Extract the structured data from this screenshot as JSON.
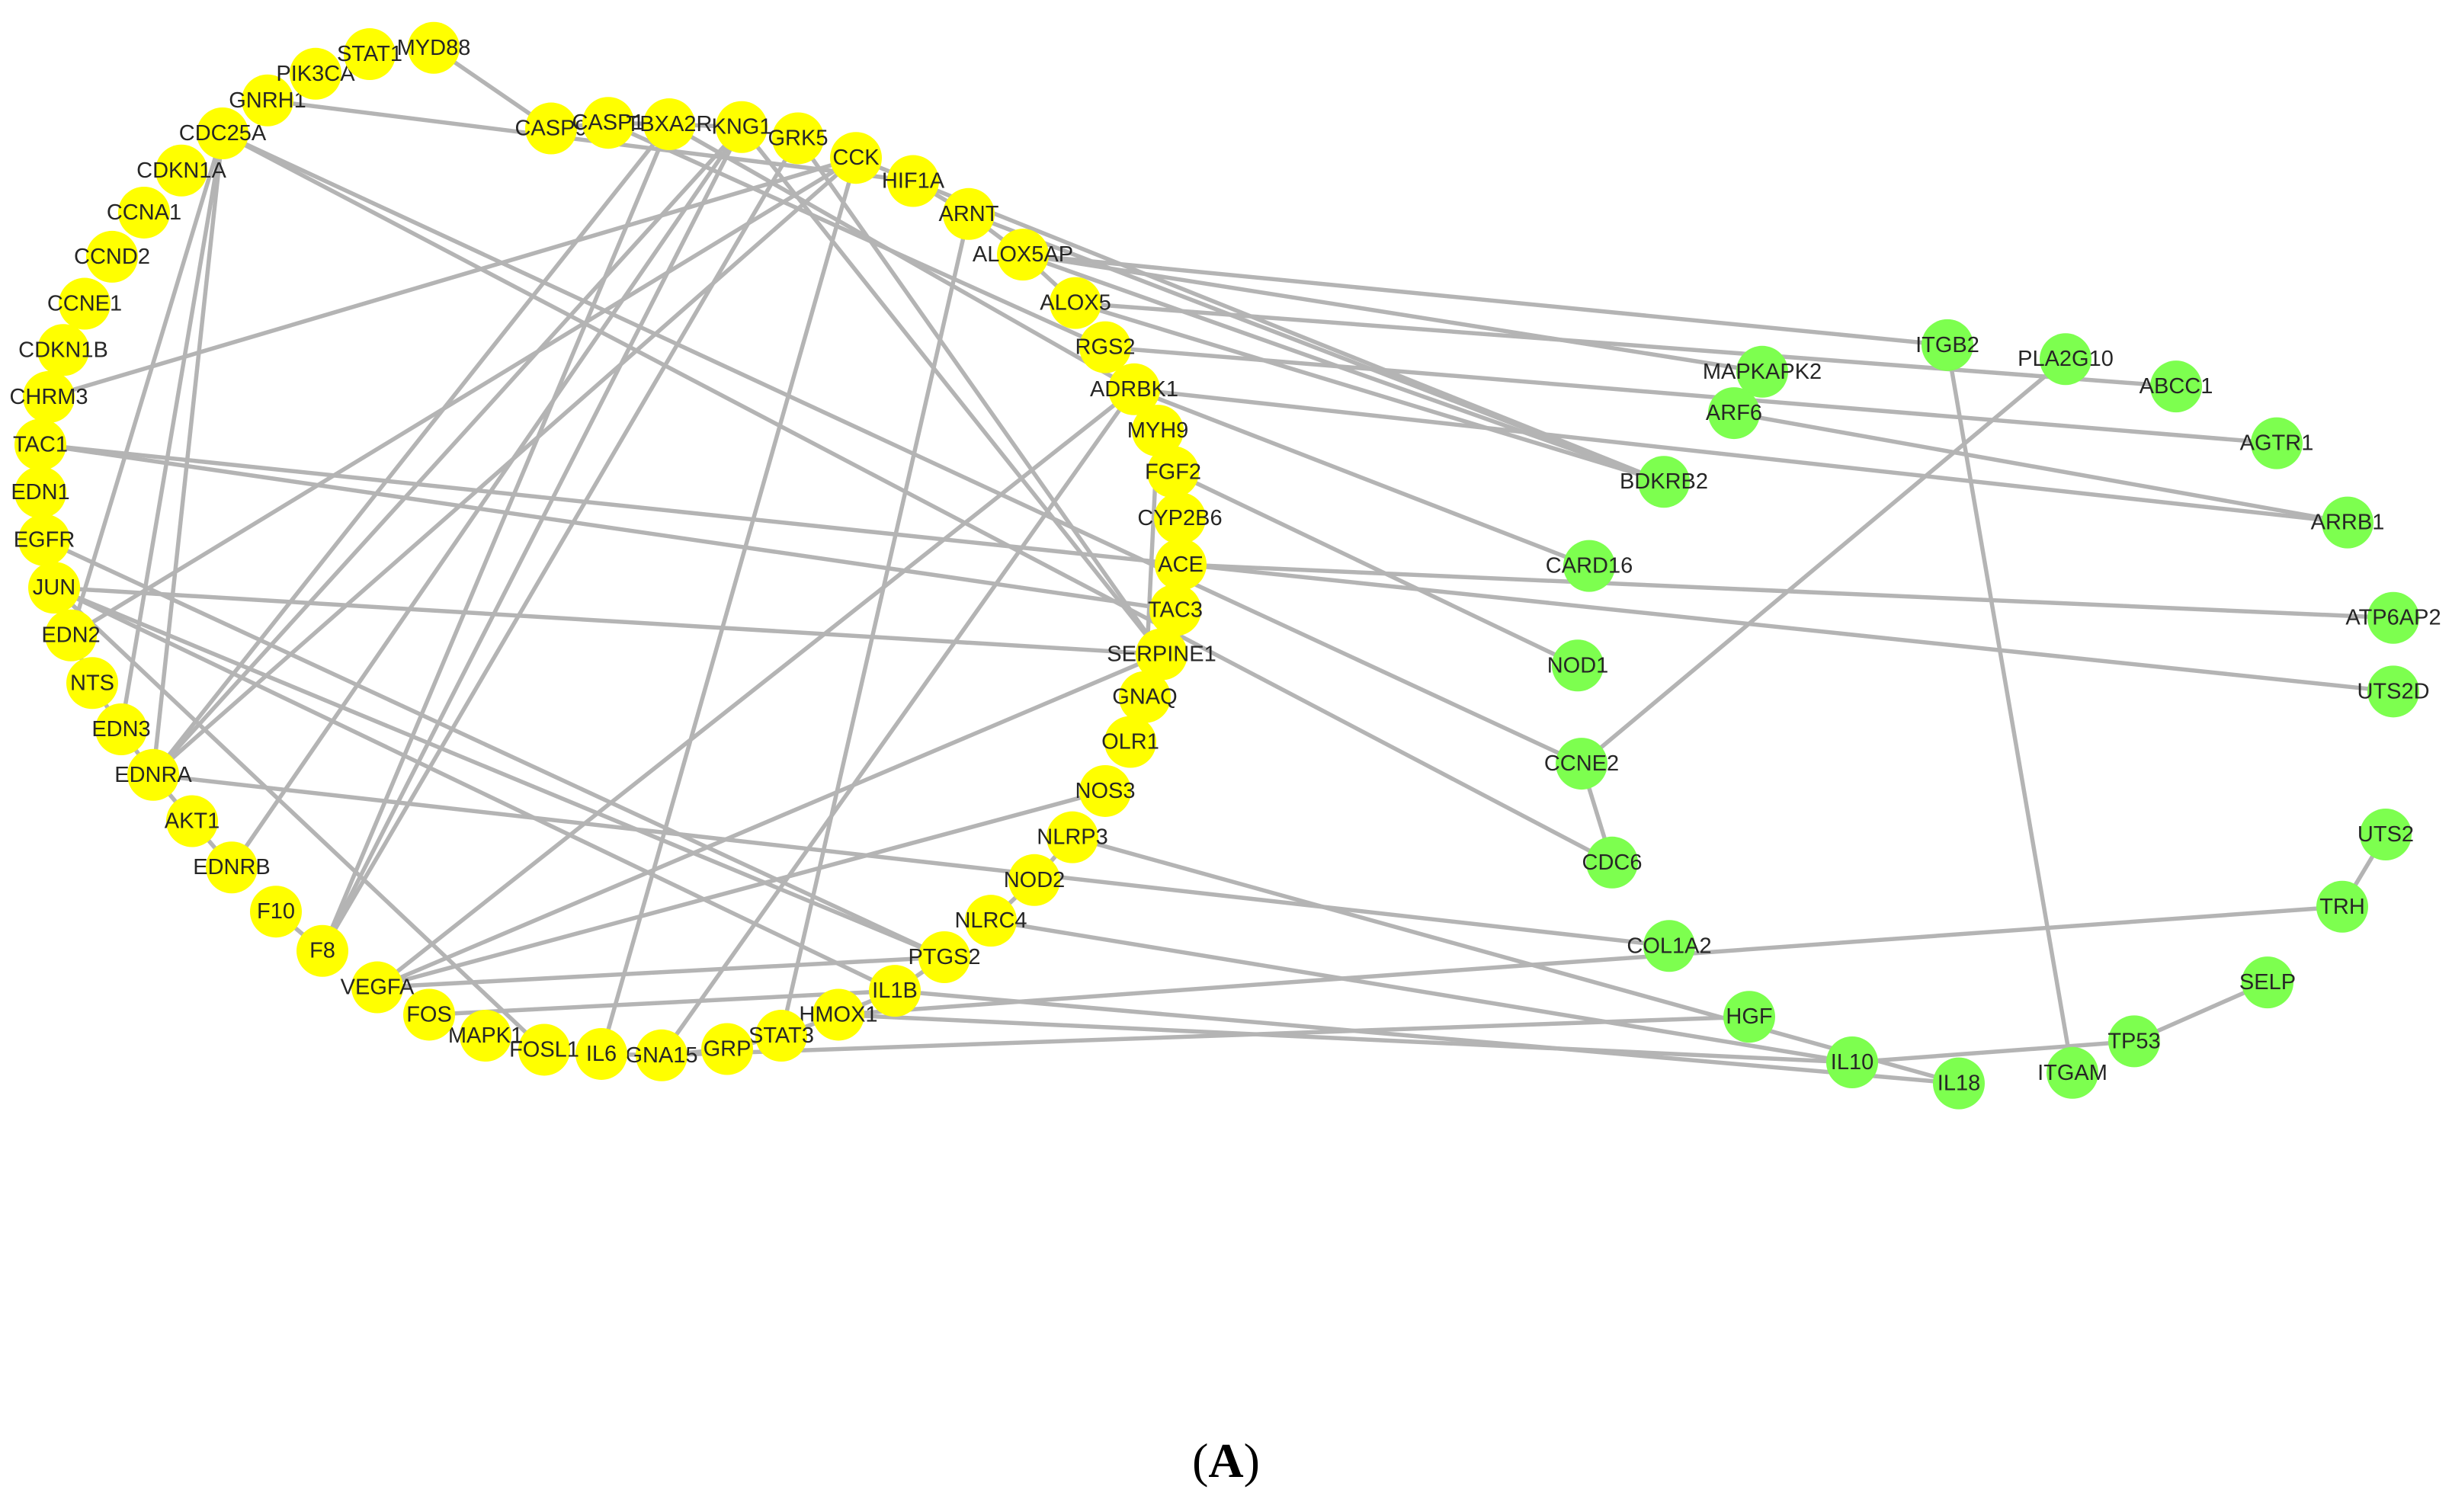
{
  "caption": {
    "open": "(",
    "letter": "A",
    "close": ")"
  },
  "colors": {
    "group_yellow": "#ffff00",
    "group_green": "#7dff4f",
    "edge": "#b4b4b4",
    "label": "#262626"
  },
  "nodes": [
    {
      "id": "CASP9",
      "group": "yellow"
    },
    {
      "id": "CASP1",
      "group": "yellow"
    },
    {
      "id": "TBXA2R",
      "group": "yellow"
    },
    {
      "id": "KNG1",
      "group": "yellow"
    },
    {
      "id": "GRK5",
      "group": "yellow"
    },
    {
      "id": "CCK",
      "group": "yellow"
    },
    {
      "id": "HIF1A",
      "group": "yellow"
    },
    {
      "id": "ARNT",
      "group": "yellow"
    },
    {
      "id": "ALOX5AP",
      "group": "yellow"
    },
    {
      "id": "ALOX5",
      "group": "yellow"
    },
    {
      "id": "RGS2",
      "group": "yellow"
    },
    {
      "id": "ADRBK1",
      "group": "yellow"
    },
    {
      "id": "MYH9",
      "group": "yellow"
    },
    {
      "id": "FGF2",
      "group": "yellow"
    },
    {
      "id": "CYP2B6",
      "group": "yellow"
    },
    {
      "id": "ACE",
      "group": "yellow"
    },
    {
      "id": "TAC3",
      "group": "yellow"
    },
    {
      "id": "SERPINE1",
      "group": "yellow"
    },
    {
      "id": "GNAQ",
      "group": "yellow"
    },
    {
      "id": "OLR1",
      "group": "yellow"
    },
    {
      "id": "NOS3",
      "group": "yellow"
    },
    {
      "id": "NLRP3",
      "group": "yellow"
    },
    {
      "id": "NOD2",
      "group": "yellow"
    },
    {
      "id": "NLRC4",
      "group": "yellow"
    },
    {
      "id": "PTGS2",
      "group": "yellow"
    },
    {
      "id": "IL1B",
      "group": "yellow"
    },
    {
      "id": "HMOX1",
      "group": "yellow"
    },
    {
      "id": "STAT3",
      "group": "yellow"
    },
    {
      "id": "GRP",
      "group": "yellow"
    },
    {
      "id": "GNA15",
      "group": "yellow"
    },
    {
      "id": "IL6",
      "group": "yellow"
    },
    {
      "id": "FOSL1",
      "group": "yellow"
    },
    {
      "id": "MAPK1",
      "group": "yellow"
    },
    {
      "id": "FOS",
      "group": "yellow"
    },
    {
      "id": "VEGFA",
      "group": "yellow"
    },
    {
      "id": "F8",
      "group": "yellow"
    },
    {
      "id": "F10",
      "group": "yellow"
    },
    {
      "id": "EDNRB",
      "group": "yellow"
    },
    {
      "id": "AKT1",
      "group": "yellow"
    },
    {
      "id": "EDNRA",
      "group": "yellow"
    },
    {
      "id": "EDN3",
      "group": "yellow"
    },
    {
      "id": "NTS",
      "group": "yellow"
    },
    {
      "id": "EDN2",
      "group": "yellow"
    },
    {
      "id": "JUN",
      "group": "yellow"
    },
    {
      "id": "EGFR",
      "group": "yellow"
    },
    {
      "id": "EDN1",
      "group": "yellow"
    },
    {
      "id": "TAC1",
      "group": "yellow"
    },
    {
      "id": "CHRM3",
      "group": "yellow"
    },
    {
      "id": "CDKN1B",
      "group": "yellow"
    },
    {
      "id": "CCNE1",
      "group": "yellow"
    },
    {
      "id": "CCND2",
      "group": "yellow"
    },
    {
      "id": "CCNA1",
      "group": "yellow"
    },
    {
      "id": "CDKN1A",
      "group": "yellow"
    },
    {
      "id": "CDC25A",
      "group": "yellow"
    },
    {
      "id": "GNRH1",
      "group": "yellow"
    },
    {
      "id": "PIK3CA",
      "group": "yellow"
    },
    {
      "id": "STAT1",
      "group": "yellow"
    },
    {
      "id": "MYD88",
      "group": "yellow"
    },
    {
      "id": "ITGB2",
      "group": "green"
    },
    {
      "id": "PLA2G10",
      "group": "green"
    },
    {
      "id": "MAPKAPK2",
      "group": "green"
    },
    {
      "id": "ABCC1",
      "group": "green"
    },
    {
      "id": "ARF6",
      "group": "green"
    },
    {
      "id": "AGTR1",
      "group": "green"
    },
    {
      "id": "BDKRB2",
      "group": "green"
    },
    {
      "id": "ARRB1",
      "group": "green"
    },
    {
      "id": "CARD16",
      "group": "green"
    },
    {
      "id": "ATP6AP2",
      "group": "green"
    },
    {
      "id": "NOD1",
      "group": "green"
    },
    {
      "id": "UTS2D",
      "group": "green"
    },
    {
      "id": "CCNE2",
      "group": "green"
    },
    {
      "id": "CDC6",
      "group": "green"
    },
    {
      "id": "UTS2",
      "group": "green"
    },
    {
      "id": "TRH",
      "group": "green"
    },
    {
      "id": "COL1A2",
      "group": "green"
    },
    {
      "id": "SELP",
      "group": "green"
    },
    {
      "id": "HGF",
      "group": "green"
    },
    {
      "id": "TP53",
      "group": "green"
    },
    {
      "id": "IL10",
      "group": "green"
    },
    {
      "id": "ITGAM",
      "group": "green"
    },
    {
      "id": "IL18",
      "group": "green"
    }
  ],
  "edges": [
    [
      "ALOX5AP",
      "ITGB2"
    ],
    [
      "ALOX5AP",
      "MAPKAPK2"
    ],
    [
      "ALOX5AP",
      "BDKRB2"
    ],
    [
      "ALOX5",
      "BDKRB2"
    ],
    [
      "ALOX5",
      "ABCC1"
    ],
    [
      "HIF1A",
      "BDKRB2"
    ],
    [
      "ARNT",
      "BDKRB2"
    ],
    [
      "RGS2",
      "AGTR1"
    ],
    [
      "ADRBK1",
      "ARRB1"
    ],
    [
      "ADRBK1",
      "CARD16"
    ],
    [
      "ARF6",
      "ARRB1"
    ],
    [
      "ITGB2",
      "ITGAM"
    ],
    [
      "PLA2G10",
      "CCNE2"
    ],
    [
      "FGF2",
      "NOD1"
    ],
    [
      "ACE",
      "ATP6AP2"
    ],
    [
      "TAC1",
      "UTS2D"
    ],
    [
      "TAC1",
      "TAC3"
    ],
    [
      "CCNE2",
      "CDC6"
    ],
    [
      "CDC25A",
      "CDC6"
    ],
    [
      "UTS2",
      "TRH"
    ],
    [
      "TRH",
      "HMOX1"
    ],
    [
      "EDNRA",
      "COL1A2"
    ],
    [
      "NLRP3",
      "IL18"
    ],
    [
      "NLRC4",
      "IL10"
    ],
    [
      "IL10",
      "TP53"
    ],
    [
      "SELP",
      "TP53"
    ],
    [
      "IL10",
      "HMOX1"
    ],
    [
      "IL18",
      "IL1B"
    ],
    [
      "HGF",
      "GNA15"
    ],
    [
      "JUN",
      "SERPINE1"
    ],
    [
      "JUN",
      "PTGS2"
    ],
    [
      "JUN",
      "IL1B"
    ],
    [
      "EGFR",
      "PTGS2"
    ],
    [
      "JUN",
      "FOSL1"
    ],
    [
      "EDN2",
      "CCK"
    ],
    [
      "CHRM3",
      "CCK"
    ],
    [
      "GNRH1",
      "HIF1A"
    ],
    [
      "CDC25A",
      "CCNE2"
    ],
    [
      "CDC25A",
      "EDN2"
    ],
    [
      "CDC25A",
      "EDN3"
    ],
    [
      "CDC25A",
      "EDNRA"
    ],
    [
      "EDNRA",
      "TBXA2R"
    ],
    [
      "EDNRA",
      "KNG1"
    ],
    [
      "EDNRA",
      "CCK"
    ],
    [
      "EDNRB",
      "KNG1"
    ],
    [
      "F8",
      "KNG1"
    ],
    [
      "F8",
      "TBXA2R"
    ],
    [
      "F8",
      "GRK5"
    ],
    [
      "VEGFA",
      "ADRBK1"
    ],
    [
      "VEGFA",
      "SERPINE1"
    ],
    [
      "VEGFA",
      "NOS3"
    ],
    [
      "VEGFA",
      "PTGS2"
    ],
    [
      "FOS",
      "IL1B"
    ],
    [
      "IL6",
      "CCK"
    ],
    [
      "GNA15",
      "ADRBK1"
    ],
    [
      "STAT3",
      "ARNT"
    ],
    [
      "TBXA2R",
      "ADRBK1"
    ],
    [
      "KNG1",
      "SERPINE1"
    ],
    [
      "GRK5",
      "SERPINE1"
    ],
    [
      "CASP1",
      "RGS2"
    ],
    [
      "MYH9",
      "GNAQ"
    ],
    [
      "FGF2",
      "ACE"
    ],
    [
      "FGF2",
      "CYP2B6"
    ],
    [
      "CYP2B6",
      "ACE"
    ],
    [
      "EDN1",
      "EGFR"
    ],
    [
      "EGFR",
      "JUN"
    ],
    [
      "JUN",
      "EDN2"
    ],
    [
      "EDN2",
      "NTS"
    ],
    [
      "NTS",
      "EDN3"
    ],
    [
      "EDN3",
      "EDNRA"
    ],
    [
      "EDNRA",
      "AKT1"
    ],
    [
      "AKT1",
      "EDNRB"
    ],
    [
      "CCK",
      "HIF1A"
    ],
    [
      "HIF1A",
      "ARNT"
    ],
    [
      "ARNT",
      "ALOX5AP"
    ],
    [
      "ALOX5AP",
      "ALOX5"
    ],
    [
      "NLRP3",
      "NOD2"
    ],
    [
      "NOD2",
      "NLRC4"
    ],
    [
      "STAT3",
      "GRP"
    ],
    [
      "GRP",
      "GNA15"
    ],
    [
      "GNA15",
      "IL6"
    ],
    [
      "MYD88",
      "CASP9"
    ],
    [
      "CASP9",
      "CASP1"
    ],
    [
      "CASP1",
      "TBXA2R"
    ],
    [
      "TBXA2R",
      "KNG1"
    ],
    [
      "F10",
      "F8"
    ],
    [
      "PTGS2",
      "IL1B"
    ],
    [
      "IL1B",
      "HMOX1"
    ],
    [
      "HMOX1",
      "STAT3"
    ]
  ]
}
